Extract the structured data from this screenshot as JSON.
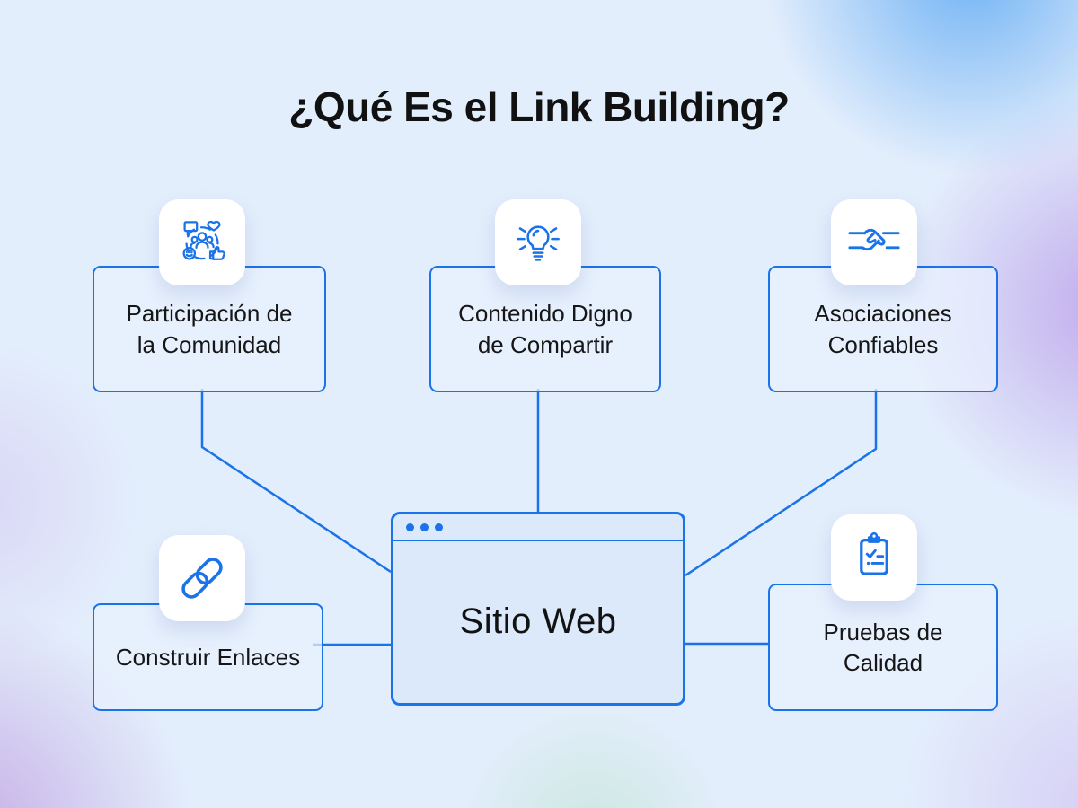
{
  "title": "¿Qué Es el Link Building?",
  "center": {
    "label": "Sitio Web",
    "window_dots": 3
  },
  "nodes": [
    {
      "id": "community",
      "label": "Participación de\nla Comunidad",
      "icon": "community-icon"
    },
    {
      "id": "content",
      "label": "Contenido Digno\nde Compartir",
      "icon": "lightbulb-icon"
    },
    {
      "id": "partnerships",
      "label": "Asociaciones\nConfiables",
      "icon": "handshake-icon"
    },
    {
      "id": "build-links",
      "label": "Construir Enlaces",
      "icon": "chain-link-icon"
    },
    {
      "id": "quality",
      "label": "Pruebas de\nCalidad",
      "icon": "clipboard-checklist-icon"
    }
  ],
  "colors": {
    "accent": "#1a73e8",
    "background_base": "#e3eefc",
    "background_blobs": [
      "#5ca8f3",
      "#b89ae8",
      "#bf9fe0",
      "#b7e2c6"
    ],
    "box_fill": "#e9f1fd",
    "card_fill": "#ffffff",
    "text": "#161616"
  }
}
